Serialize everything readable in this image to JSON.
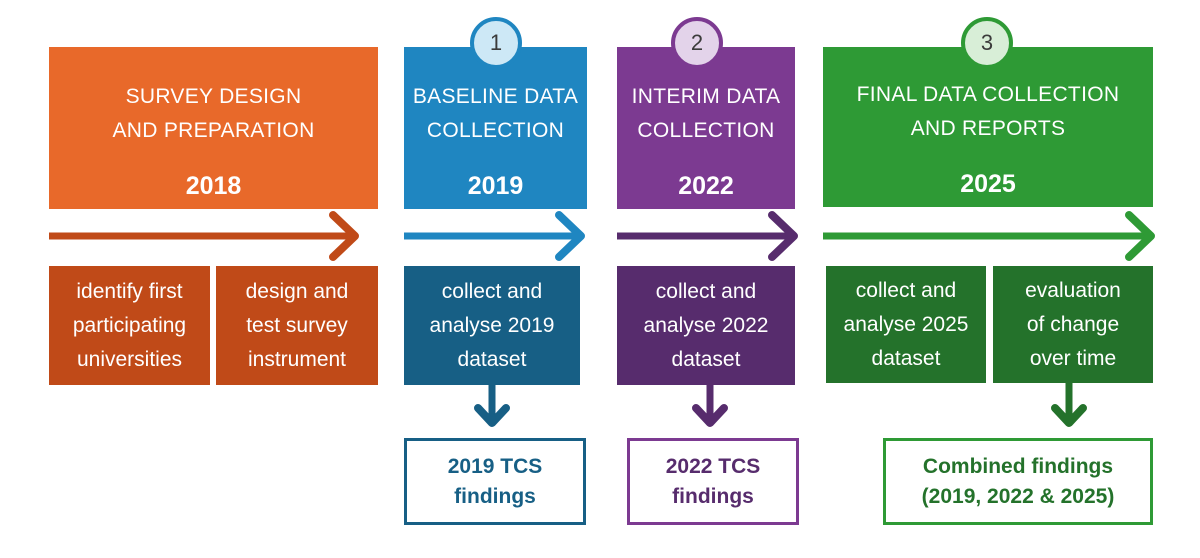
{
  "phases": [
    {
      "title_line1": "SURVEY DESIGN",
      "title_line2": "AND PREPARATION",
      "year": "2018",
      "tasks": [
        [
          "identify first",
          "participating",
          "universities"
        ],
        [
          "design and",
          "test survey",
          "instrument"
        ]
      ]
    },
    {
      "badge": "1",
      "title_line1": "BASELINE DATA",
      "title_line2": "COLLECTION",
      "year": "2019",
      "tasks": [
        [
          "collect and",
          "analyse 2019",
          "dataset"
        ]
      ],
      "finding_line1": "2019 TCS",
      "finding_line2": "findings"
    },
    {
      "badge": "2",
      "title_line1": "INTERIM DATA",
      "title_line2": "COLLECTION",
      "year": "2022",
      "tasks": [
        [
          "collect and",
          "analyse 2022",
          "dataset"
        ]
      ],
      "finding_line1": "2022 TCS",
      "finding_line2": "findings"
    },
    {
      "badge": "3",
      "title_line1": "FINAL DATA COLLECTION",
      "title_line2": "AND REPORTS",
      "year": "2025",
      "tasks": [
        [
          "collect and",
          "analyse 2025",
          "dataset"
        ],
        [
          "evaluation",
          "of change",
          "over time"
        ]
      ],
      "finding_line1": "Combined findings",
      "finding_line2": "(2019, 2022 & 2025)"
    }
  ],
  "colors": {
    "orange_light": "#e8692a",
    "orange_dark": "#c04a18",
    "blue_light": "#1f86c1",
    "blue_dark": "#175f85",
    "purple_light": "#7c3a91",
    "purple_dark": "#572c6d",
    "green_light": "#2e9a35",
    "green_dark": "#24722b",
    "badge_blue": "#cde8f6",
    "badge_purple": "#e3d3ea",
    "badge_green": "#d8eed7"
  }
}
